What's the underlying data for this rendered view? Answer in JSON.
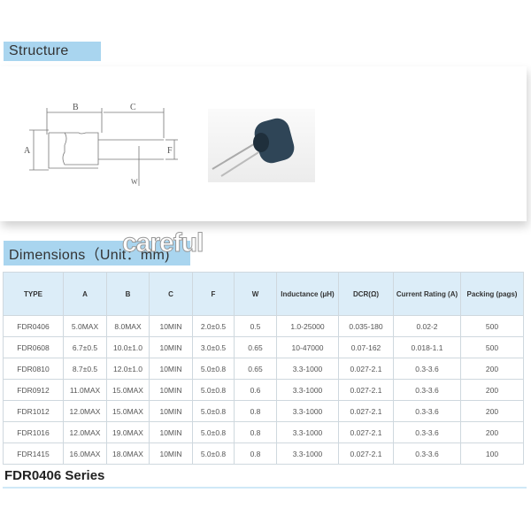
{
  "structure": {
    "title": "Structure",
    "labels": {
      "a": "A",
      "b": "B",
      "c": "C",
      "f": "F",
      "w": "W"
    }
  },
  "dimensions": {
    "title": "Dimensions（Unit：mm)"
  },
  "watermark": "careful",
  "table": {
    "headers": [
      "TYPE",
      "A",
      "B",
      "C",
      "F",
      "W",
      "Inductance (μH)",
      "DCR(Ω)",
      "Current Rating (A)",
      "Packing (pags)"
    ],
    "rows": [
      [
        "FDR0406",
        "5.0MAX",
        "8.0MAX",
        "10MIN",
        "2.0±0.5",
        "0.5",
        "1.0-25000",
        "0.035-180",
        "0.02-2",
        "500"
      ],
      [
        "FDR0608",
        "6.7±0.5",
        "10.0±1.0",
        "10MIN",
        "3.0±0.5",
        "0.65",
        "10-47000",
        "0.07-162",
        "0.018-1.1",
        "500"
      ],
      [
        "FDR0810",
        "8.7±0.5",
        "12.0±1.0",
        "10MIN",
        "5.0±0.8",
        "0.65",
        "3.3-1000",
        "0.027-2.1",
        "0.3-3.6",
        "200"
      ],
      [
        "FDR0912",
        "11.0MAX",
        "15.0MAX",
        "10MIN",
        "5.0±0.8",
        "0.6",
        "3.3-1000",
        "0.027-2.1",
        "0.3-3.6",
        "200"
      ],
      [
        "FDR1012",
        "12.0MAX",
        "15.0MAX",
        "10MIN",
        "5.0±0.8",
        "0.8",
        "3.3-1000",
        "0.027-2.1",
        "0.3-3.6",
        "200"
      ],
      [
        "FDR1016",
        "12.0MAX",
        "19.0MAX",
        "10MIN",
        "5.0±0.8",
        "0.8",
        "3.3-1000",
        "0.027-2.1",
        "0.3-3.6",
        "200"
      ],
      [
        "FDR1415",
        "16.0MAX",
        "18.0MAX",
        "10MIN",
        "5.0±0.8",
        "0.8",
        "3.3-1000",
        "0.027-2.1",
        "0.3-3.6",
        "100"
      ]
    ]
  },
  "series_title": "FDR0406 Series"
}
